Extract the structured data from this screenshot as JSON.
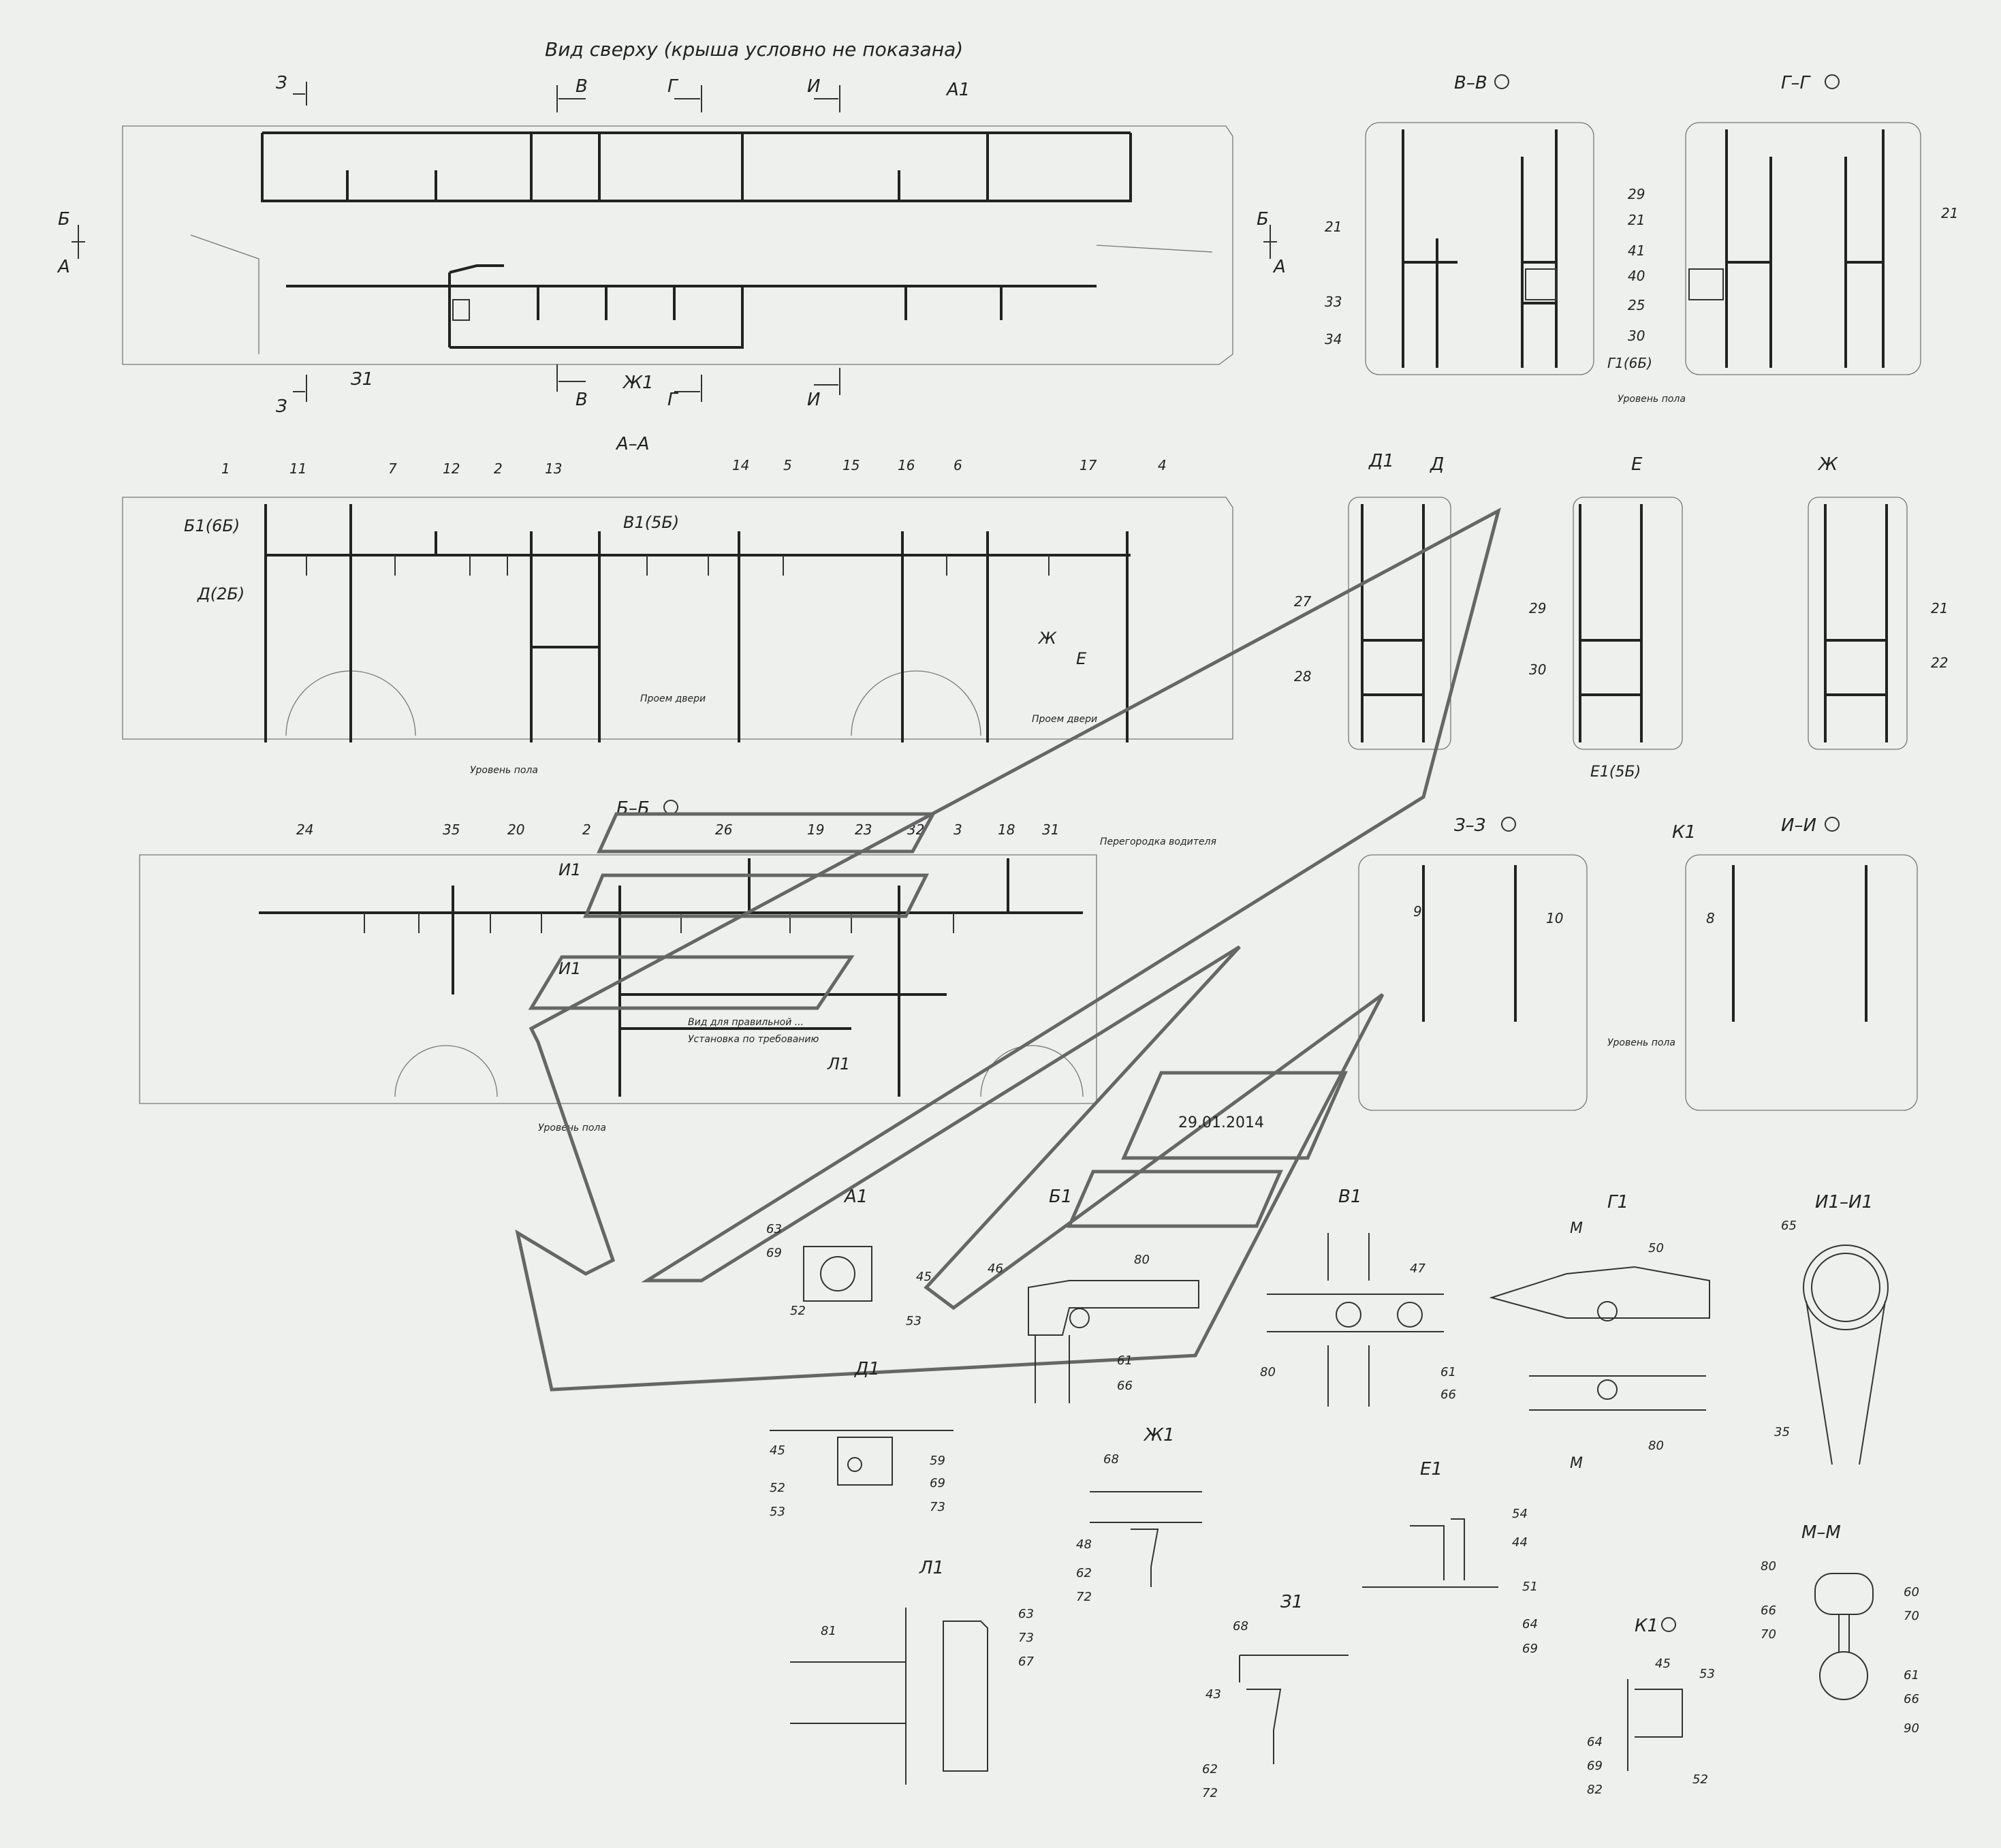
{
  "top_view": {
    "title": "Вид сверху (крыша условно не показана)",
    "markers": [
      "З",
      "В",
      "Г",
      "И",
      "А1",
      "Б",
      "А",
      "Б",
      "А",
      "З",
      "В",
      "Ж1",
      "Г",
      "И",
      "З1"
    ]
  },
  "section_AA": {
    "title": "А–А",
    "callouts": [
      "1",
      "11",
      "7",
      "12",
      "2",
      "13",
      "14",
      "5",
      "15",
      "16",
      "6",
      "17",
      "4"
    ],
    "labels": [
      "Б1(6Б)",
      "В1(5Б)",
      "Д(2Б)",
      "Ж",
      "Е",
      "Проем двери",
      "Проем двери",
      "Уровень пола"
    ]
  },
  "section_BB": {
    "title": "Б–Б",
    "callouts": [
      "24",
      "35",
      "20",
      "2",
      "26",
      "19",
      "23",
      "32",
      "3",
      "18",
      "31"
    ],
    "labels": [
      "Перегородка водителя",
      "И1",
      "И1",
      "Л1",
      "Вид для правильной ...",
      "Установка по требованию",
      "Уровень пола"
    ]
  },
  "views": {
    "vv": {
      "title": "В–В",
      "callouts": [
        "21",
        "33",
        "34",
        "29",
        "21",
        "41",
        "40",
        "25",
        "30"
      ],
      "extra": "Г1(6Б)",
      "floor": "Уровень пола"
    },
    "gg": {
      "title": "Г–Г",
      "callouts": [
        "21"
      ]
    },
    "d": {
      "title1": "Д1",
      "title2": "Д",
      "callouts": [
        "27",
        "28"
      ]
    },
    "e": {
      "title": "Е",
      "callouts": [
        "29",
        "30"
      ],
      "extra": "Е1(5Б)"
    },
    "zh": {
      "title": "Ж",
      "callouts": [
        "21",
        "22"
      ]
    },
    "zz": {
      "title": "З–З",
      "callouts": [
        "9",
        "10"
      ],
      "floor": "Уровень пола"
    },
    "k1": {
      "title": "К1",
      "callouts": [
        "8"
      ]
    },
    "ii": {
      "title": "И–И"
    }
  },
  "stamp": {
    "date": "29.01.2014"
  },
  "details": {
    "a1": {
      "title": "А1",
      "callouts": [
        "63",
        "69",
        "45",
        "52",
        "53"
      ]
    },
    "b1": {
      "title": "Б1",
      "callouts": [
        "46",
        "80",
        "61",
        "66"
      ]
    },
    "v1": {
      "title": "В1",
      "callouts": [
        "47",
        "80",
        "61",
        "66"
      ]
    },
    "g1": {
      "title": "Г1",
      "callouts": [
        "М",
        "50",
        "80",
        "М"
      ]
    },
    "i1": {
      "title": "И1–И1",
      "callouts": [
        "65",
        "35"
      ]
    },
    "d1": {
      "title": "Д1",
      "callouts": [
        "45",
        "52",
        "53",
        "59",
        "69",
        "73"
      ]
    },
    "zh1": {
      "title": "Ж1",
      "callouts": [
        "68",
        "48",
        "62",
        "72"
      ]
    },
    "e1": {
      "title": "Е1",
      "callouts": [
        "54",
        "44",
        "51",
        "64",
        "69"
      ]
    },
    "l1": {
      "title": "Л1",
      "callouts": [
        "81",
        "63",
        "73",
        "67"
      ]
    },
    "z1": {
      "title": "З1",
      "callouts": [
        "68",
        "43",
        "62",
        "72"
      ]
    },
    "k1d": {
      "title": "К1",
      "callouts": [
        "45",
        "53",
        "64",
        "69",
        "82",
        "52"
      ]
    },
    "mm": {
      "title": "М–М",
      "callouts": [
        "80",
        "66",
        "70",
        "60",
        "70",
        "61",
        "66",
        "90"
      ]
    }
  }
}
